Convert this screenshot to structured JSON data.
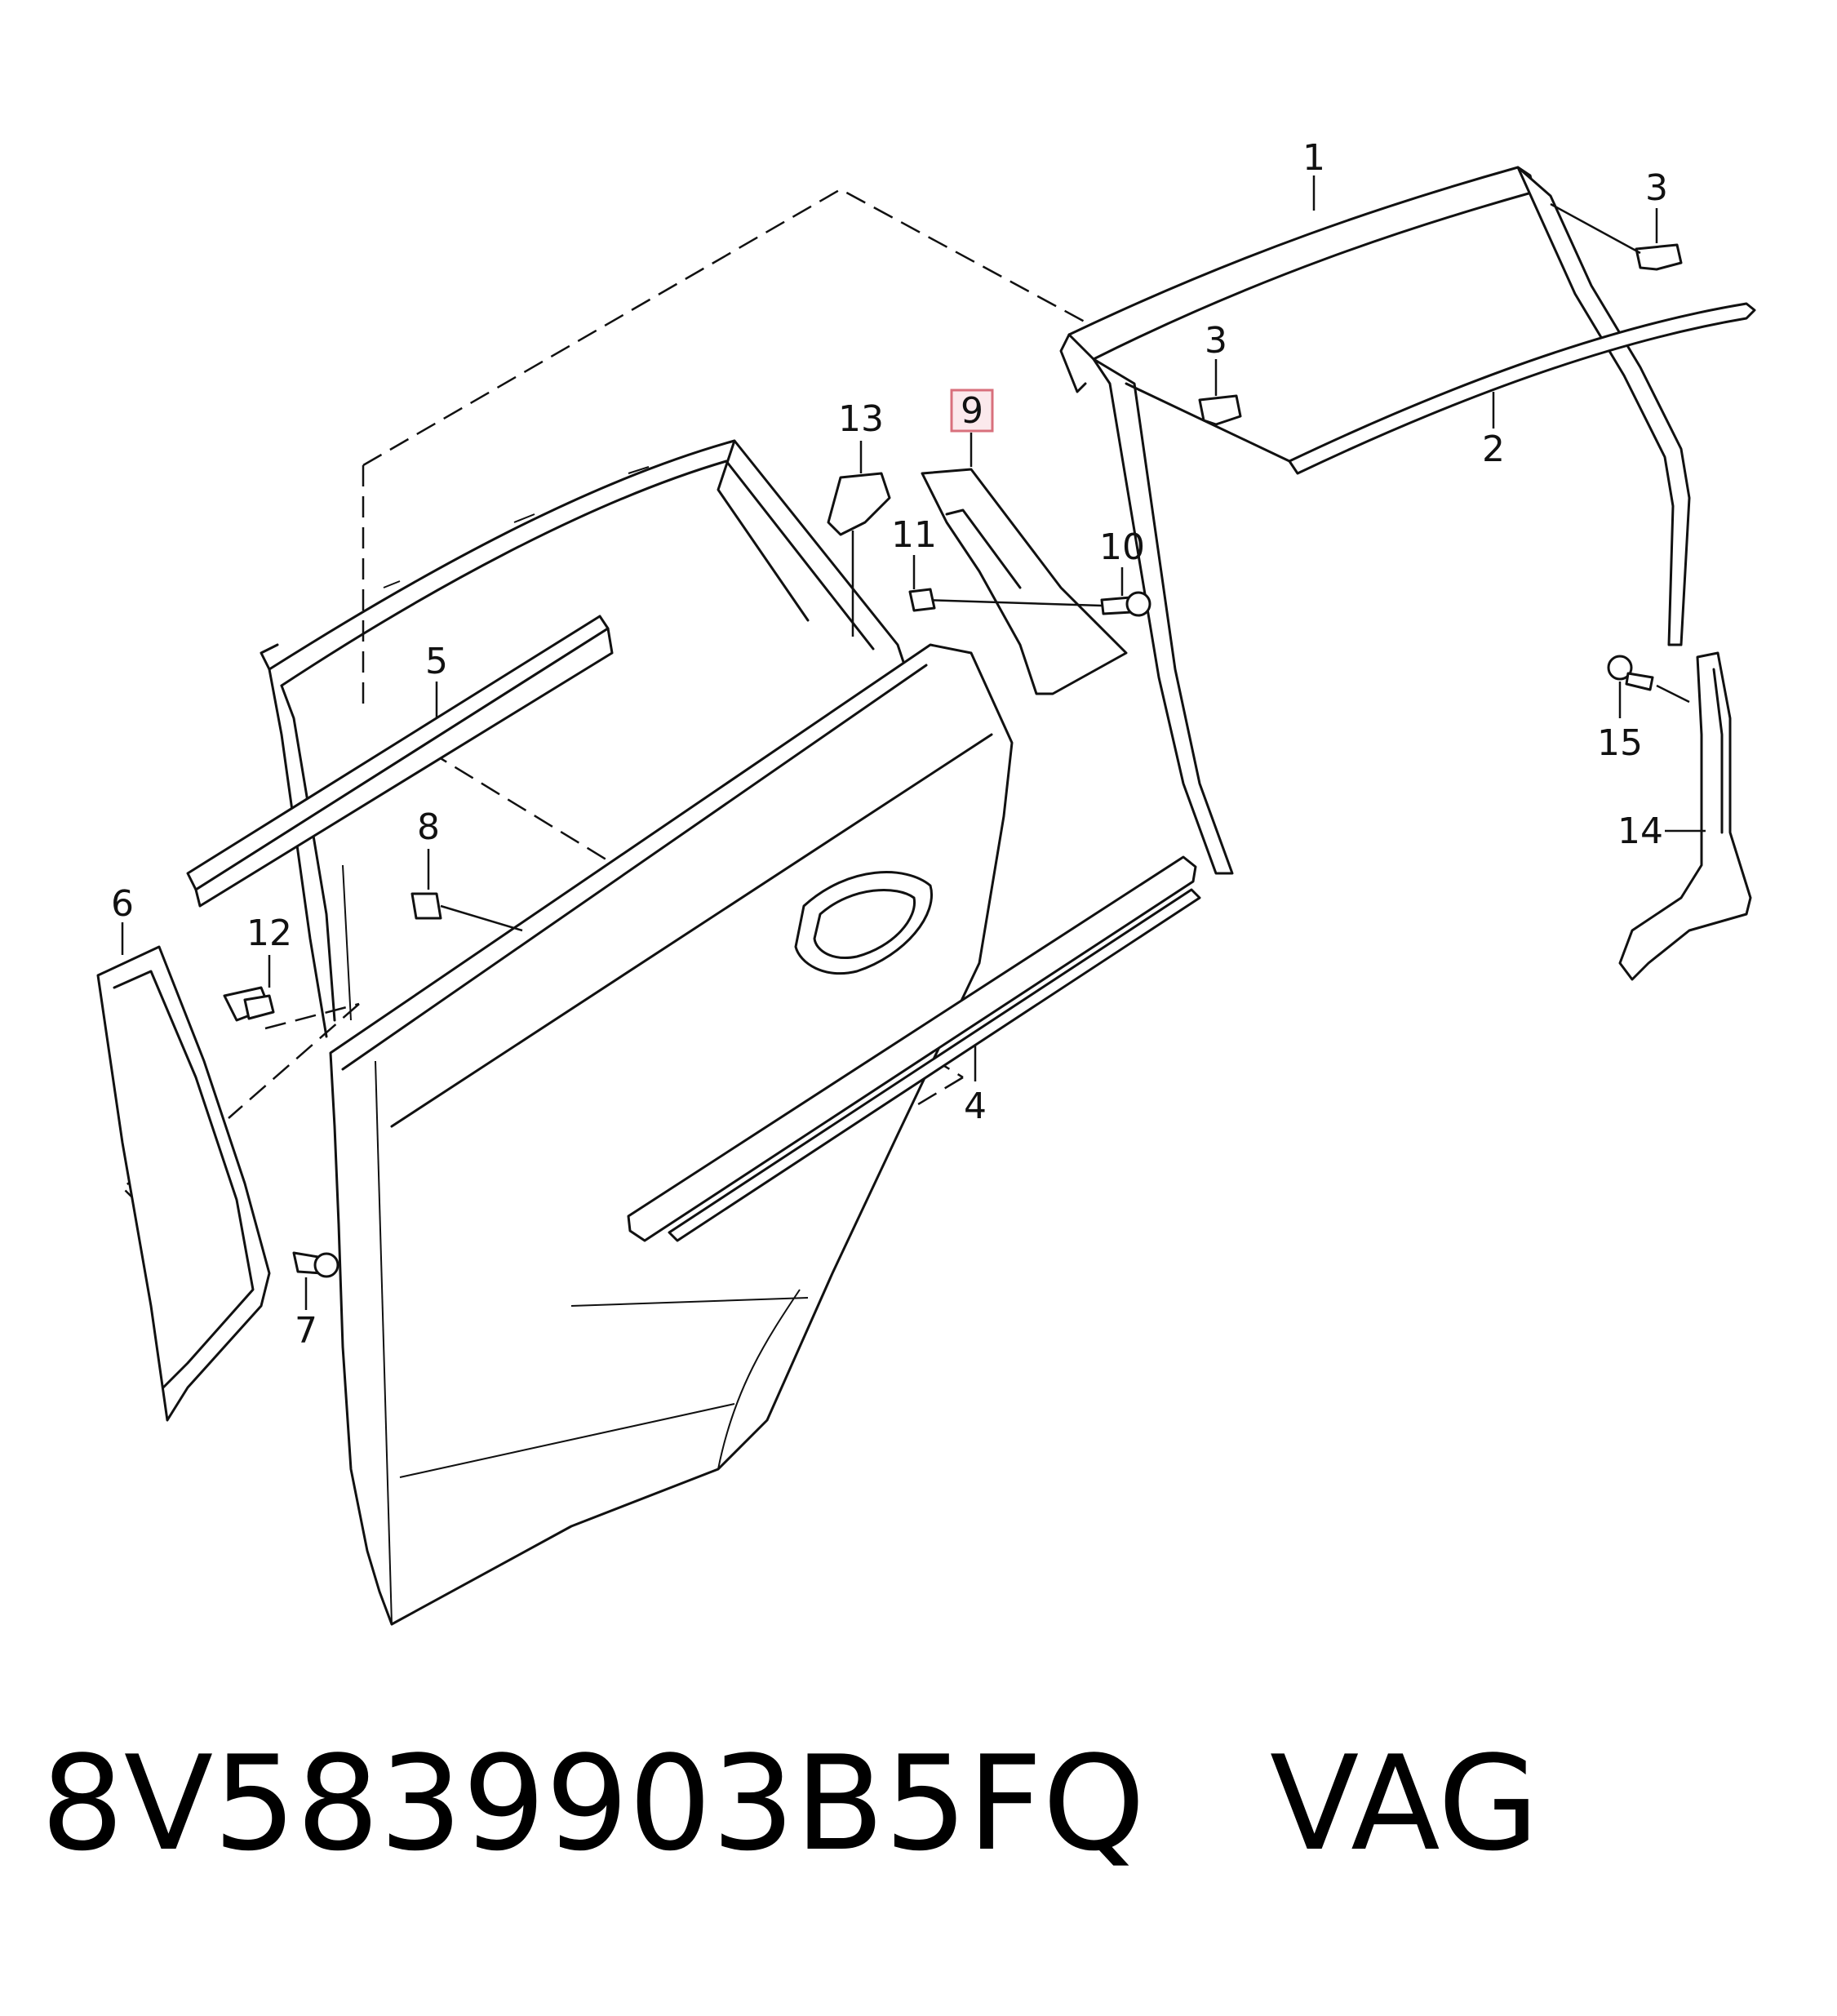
{
  "callouts": {
    "c1": "1",
    "c2": "2",
    "c3a": "3",
    "c3b": "3",
    "c4": "4",
    "c5": "5",
    "c6": "6",
    "c7": "7",
    "c8": "8",
    "c9": "9",
    "c10": "10",
    "c11": "11",
    "c12": "12",
    "c13": "13",
    "c14": "14",
    "c15": "15"
  },
  "highlighted_callout": "9",
  "caption": {
    "part_number": "8V5839903B5FQ",
    "brand": "VAG"
  },
  "colors": {
    "line": "#111111",
    "highlight_fill": "#fbe9ec",
    "highlight_stroke": "#d8707c"
  }
}
